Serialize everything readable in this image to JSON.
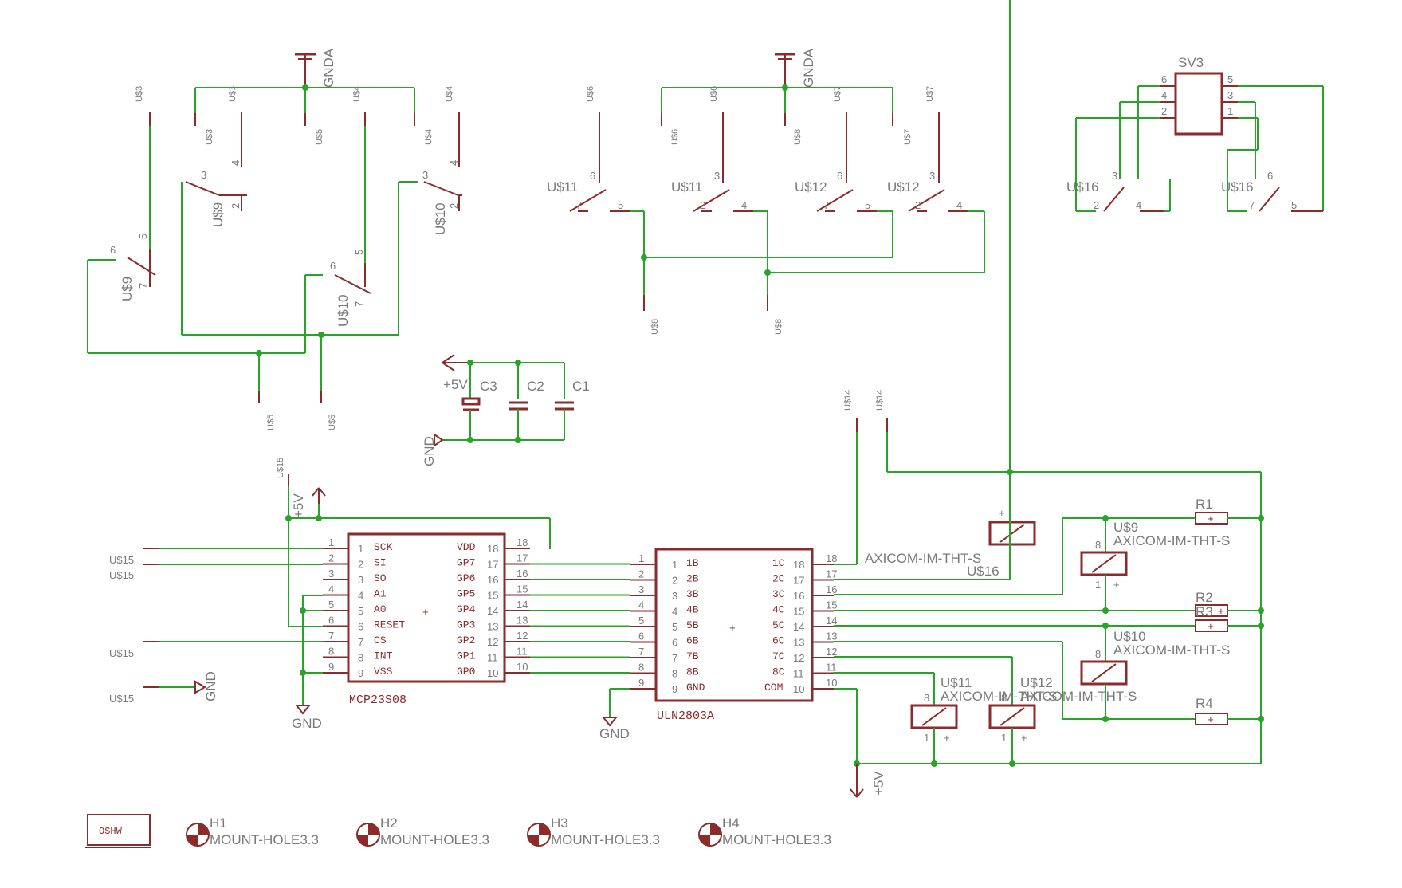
{
  "colors": {
    "wire": "#27a527",
    "part": "#8b2b2b",
    "text": "#7a7a7a",
    "background": "#ffffff"
  },
  "parts": {
    "mcp": {
      "name": "MCP23S08",
      "left": [
        "SCK",
        "SI",
        "SO",
        "A1",
        "A0",
        "RESET",
        "CS",
        "INT",
        "VSS"
      ],
      "right": [
        "VDD",
        "GP7",
        "GP6",
        "GP5",
        "GP4",
        "GP3",
        "GP2",
        "GP1",
        "GP0"
      ]
    },
    "uln": {
      "name": "ULN2803A",
      "left": [
        "1B",
        "2B",
        "3B",
        "4B",
        "5B",
        "6B",
        "7B",
        "8B",
        "GND"
      ],
      "right": [
        "1C",
        "2C",
        "3C",
        "4C",
        "5C",
        "6C",
        "7C",
        "8C",
        "COM"
      ]
    },
    "caps": [
      "C3",
      "C2",
      "C1"
    ],
    "resistors": [
      "R1",
      "R2",
      "R3",
      "R4"
    ],
    "relay_type": "AXICOM-IM-THT-S",
    "header": "SV3",
    "logo": "OSHW",
    "mount_holes": [
      {
        "name": "H1",
        "value": "MOUNT-HOLE3.3"
      },
      {
        "name": "H2",
        "value": "MOUNT-HOLE3.3"
      },
      {
        "name": "H3",
        "value": "MOUNT-HOLE3.3"
      },
      {
        "name": "H4",
        "value": "MOUNT-HOLE3.3"
      }
    ]
  },
  "supplies": {
    "gnda": "GNDA",
    "gnd": "GND",
    "vcc": "+5V"
  },
  "refs": {
    "u3": "U$3",
    "u4": "U$4",
    "u5": "U$5",
    "u6": "U$6",
    "u7": "U$7",
    "u8": "U$8",
    "u9": "U$9",
    "u10": "U$10",
    "u11": "U$11",
    "u12": "U$12",
    "u14": "U$14",
    "u15": "U$15",
    "u16": "U$16"
  }
}
